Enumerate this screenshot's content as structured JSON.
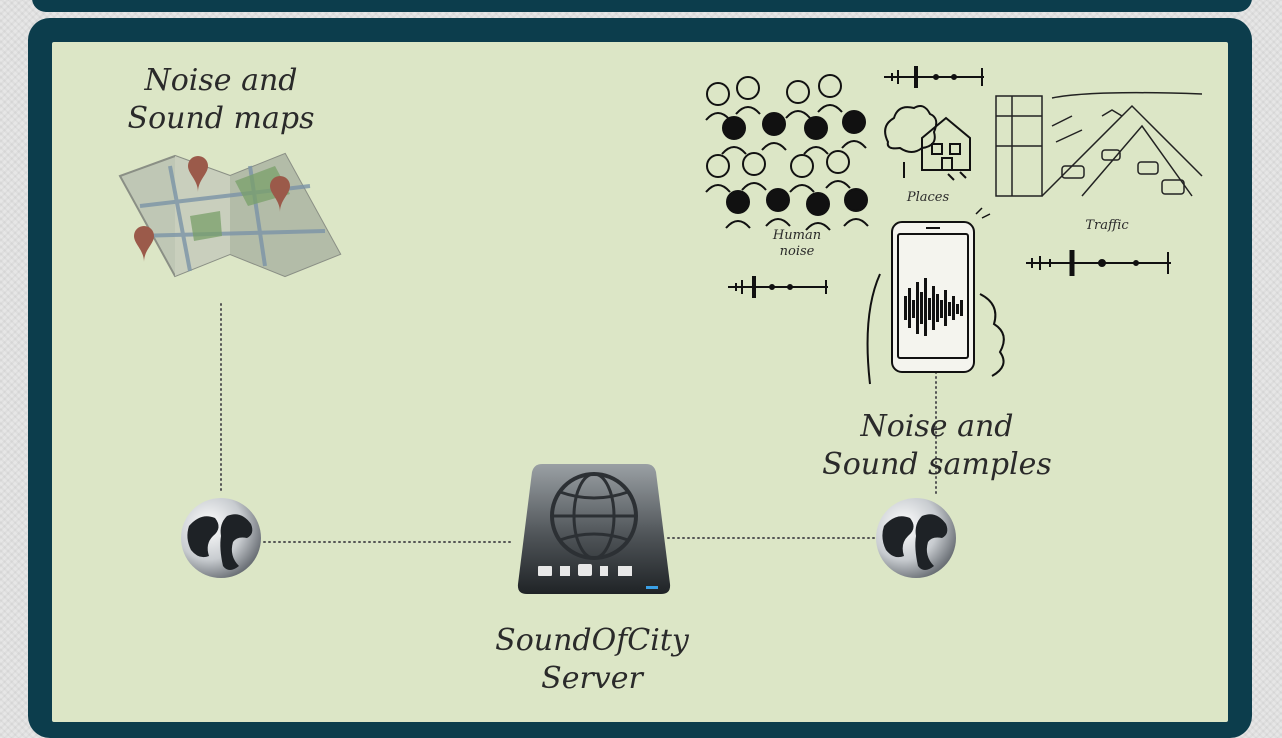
{
  "diagram": {
    "nodes": {
      "maps": {
        "label_line1": "Noise and",
        "label_line2": "Sound maps"
      },
      "samples": {
        "label_line1": "Noise and",
        "label_line2": "Sound samples"
      },
      "server": {
        "label_line1": "SoundOfCity",
        "label_line2": "Server"
      }
    },
    "sketch_labels": {
      "human_noise_line1": "Human",
      "human_noise_line2": "noise",
      "places": "Places",
      "traffic": "Traffic"
    },
    "icons": [
      "map-icon",
      "globe-icon",
      "server-icon",
      "people-icon",
      "house-icon",
      "traffic-icon",
      "phone-icon",
      "sound-wave-icon"
    ],
    "colors": {
      "frame": "#0c3d4c",
      "canvas": "#dce6c6",
      "pin": "#9b5a4a"
    }
  }
}
